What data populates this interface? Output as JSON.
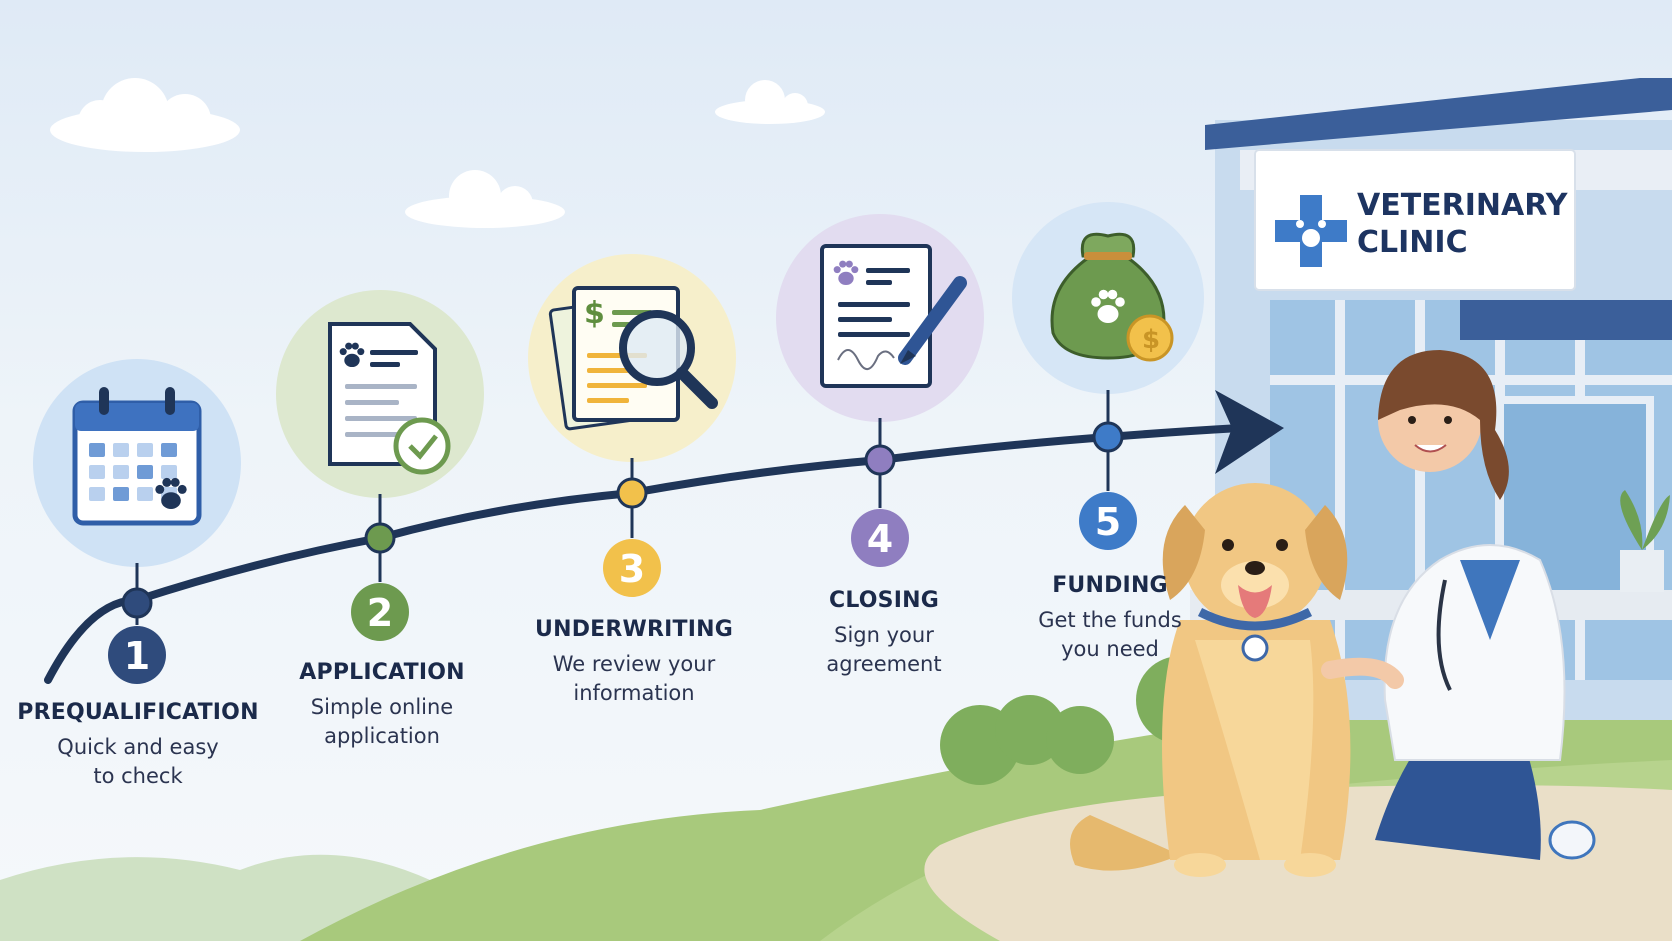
{
  "steps": [
    {
      "number": "1",
      "title": "PREQUALIFICATION",
      "description": "Quick and easy\nto check",
      "icon": "calendar-paw-icon",
      "color": "#2f4b7c",
      "ring": "#cfe2f5"
    },
    {
      "number": "2",
      "title": "APPLICATION",
      "description": "Simple online\napplication",
      "icon": "document-check-icon",
      "color": "#6d9a4f",
      "ring": "#dde8cf"
    },
    {
      "number": "3",
      "title": "UNDERWRITING",
      "description": "We review your\ninformation",
      "icon": "magnifier-document-icon",
      "color": "#f2c14b",
      "ring": "#f6efcb"
    },
    {
      "number": "4",
      "title": "CLOSING",
      "description": "Sign your\nagreement",
      "icon": "signed-contract-icon",
      "color": "#8f7ec0",
      "ring": "#e2dcf0"
    },
    {
      "number": "5",
      "title": "FUNDING",
      "description": "Get the funds\nyou need",
      "icon": "money-bag-icon",
      "color": "#3e7bc8",
      "ring": "#d6e6f6"
    }
  ],
  "clinic": {
    "sign_line1": "VETERINARY",
    "sign_line2": "CLINIC"
  },
  "colors": {
    "path": "#1f3558",
    "grass": "#a8c97c",
    "walkway": "#eadfc8"
  }
}
